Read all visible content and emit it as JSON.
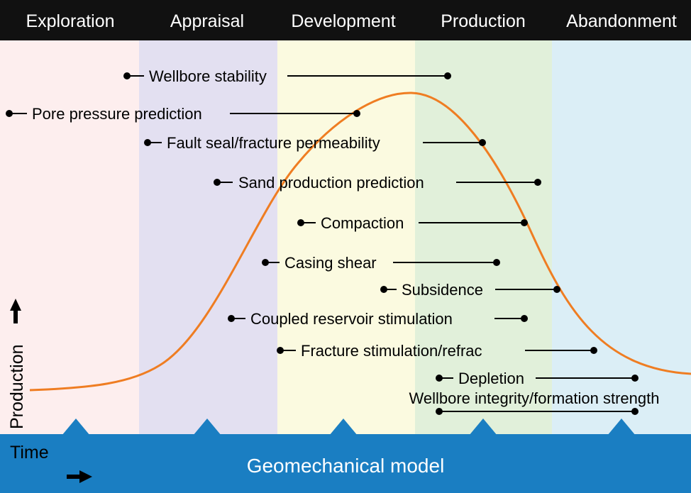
{
  "phases": [
    {
      "label": "Exploration",
      "color": "#fdeeee"
    },
    {
      "label": "Appraisal",
      "color": "#e3e0f1"
    },
    {
      "label": "Development",
      "color": "#fbfae0"
    },
    {
      "label": "Production",
      "color": "#e1f0da"
    },
    {
      "label": "Abandonment",
      "color": "#dbeef6"
    }
  ],
  "applications": [
    {
      "label": "Wellbore stability"
    },
    {
      "label": "Pore pressure prediction"
    },
    {
      "label": "Fault seal/fracture permeability"
    },
    {
      "label": "Sand production prediction"
    },
    {
      "label": "Compaction"
    },
    {
      "label": "Casing shear"
    },
    {
      "label": "Subsidence"
    },
    {
      "label": "Coupled reservoir stimulation"
    },
    {
      "label": "Fracture stimulation/refrac"
    },
    {
      "label": "Depletion"
    },
    {
      "label": "Wellbore integrity/formation strength"
    }
  ],
  "y_axis_label": "Production",
  "x_axis_label": "Time",
  "model_label": "Geomechanical model",
  "colors": {
    "header": "#111111",
    "band": "#1a7ec2",
    "curve": "#ef7d22",
    "line": "#000000"
  },
  "icons": [
    "up-arrow-icon",
    "right-arrow-icon"
  ]
}
